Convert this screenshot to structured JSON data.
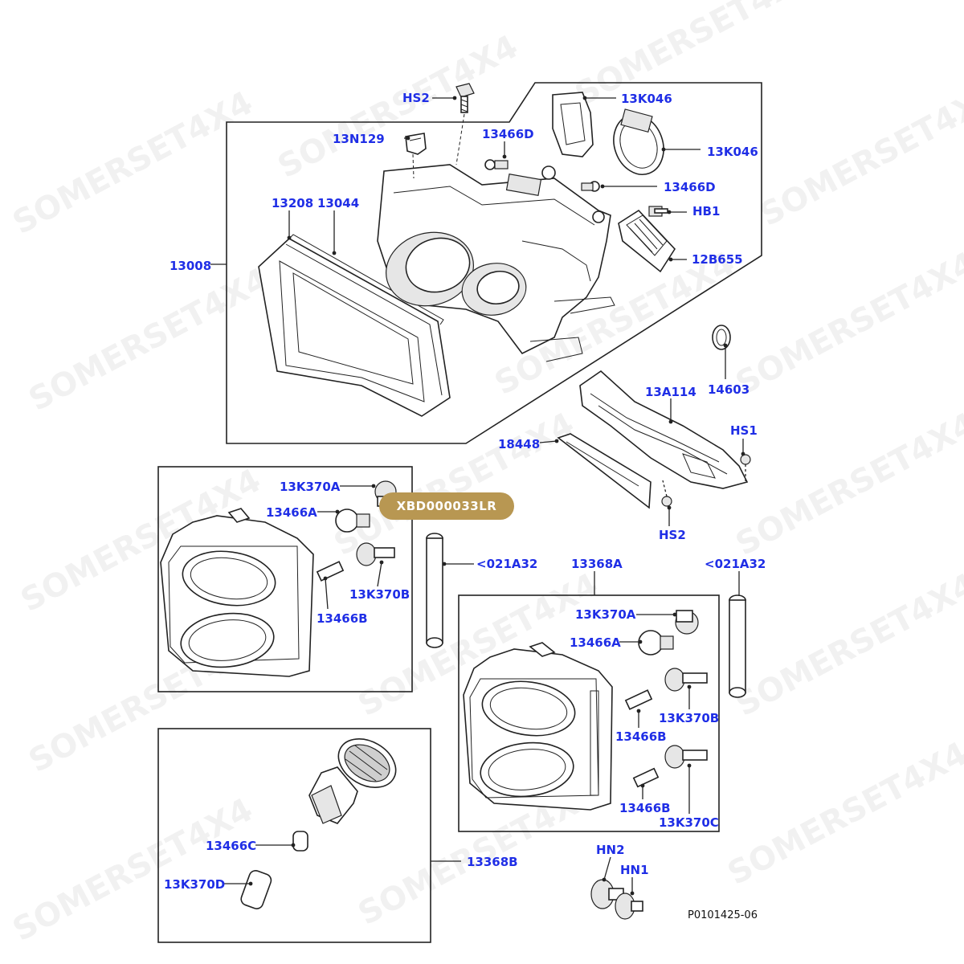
{
  "diagram": {
    "drawing_number": "P0101425-06",
    "part_badge": "XBD000033LR",
    "watermark": "SOMERSET4X4",
    "callouts": {
      "hs2_top": "HS2",
      "k046_a": "13K046",
      "n129": "13N129",
      "d466_left": "13466D",
      "k046_b": "13K046",
      "d466_right": "13466D",
      "hb1": "HB1",
      "p13208": "13208",
      "p13044": "13044",
      "p13008": "13008",
      "b655": "12B655",
      "p14603": "14603",
      "a114": "13A114",
      "hs1": "HS1",
      "p18448": "18448",
      "hs2_bottom": "HS2",
      "k370a_left": "13K370A",
      "a466_left": "13466A",
      "a021_left": "<021A32",
      "a368": "13368A",
      "a021_right": "<021A32",
      "k370b_left": "13K370B",
      "b466_left": "13466B",
      "k370a_right": "13K370A",
      "a466_right": "13466A",
      "k370b_right": "13K370B",
      "b466_right_top": "13466B",
      "b466_right_bottom": "13466B",
      "k370c": "13K370C",
      "c466": "13466C",
      "b368": "13368B",
      "k370d": "13K370D",
      "hn2": "HN2",
      "hn1": "HN1"
    }
  }
}
